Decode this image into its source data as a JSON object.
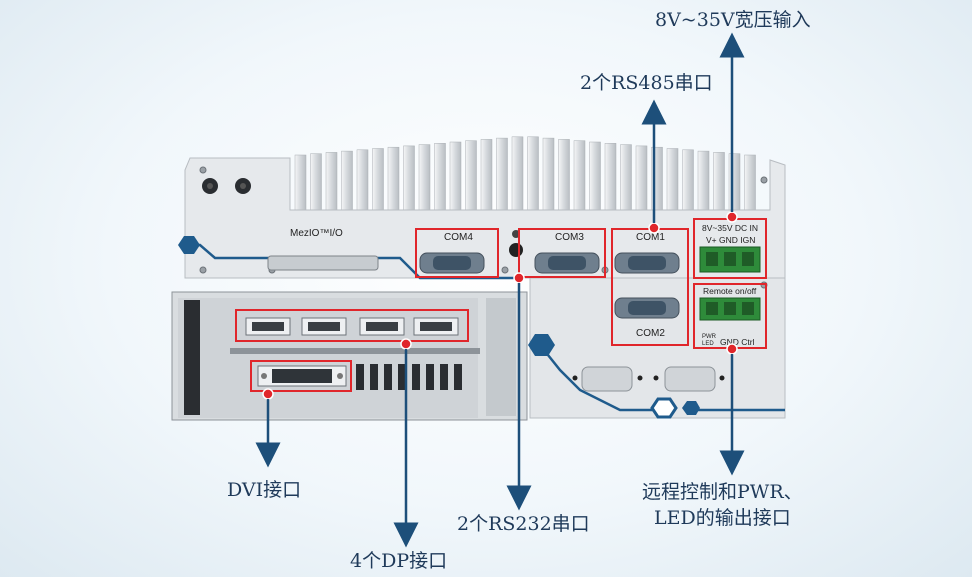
{
  "callouts": {
    "power_input": "8V~35V宽压输入",
    "rs485": "2个RS485串口",
    "dvi": "DVI接口",
    "rs232": "2个RS232串口",
    "dp": "4个DP接口",
    "remote_led_line1": "远程控制和PWR、",
    "remote_led_line2": "LED的输出接口"
  },
  "panel_labels": {
    "mezio": "MezIO™I/O",
    "com4": "COM4",
    "com3": "COM3",
    "com1": "COM1",
    "com2": "COM2",
    "dc_in": "8V~35V DC IN",
    "dc_pins": "V+ GND IGN",
    "remote": "Remote on/off",
    "pwr_led": "PWR",
    "pwr_led_sub": "LED",
    "gnd_ctrl": "GND Ctrl"
  },
  "colors": {
    "highlight_box": "#e0262b",
    "arrow": "#1d4f7a",
    "chassis": "#e6e9ec",
    "accent_blue": "#1f5b8c"
  }
}
